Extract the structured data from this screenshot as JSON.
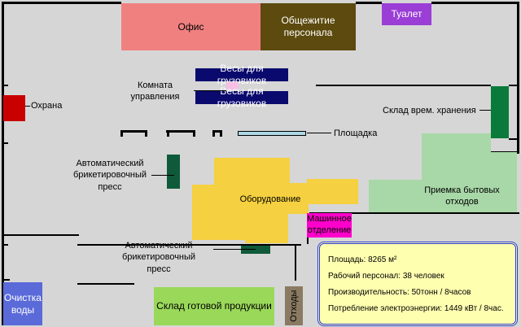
{
  "floor_plan": {
    "rooms": {
      "office": "Офис",
      "dormitory": "Общежитие персонала",
      "toilet": "Туалет",
      "security": "Охрана",
      "control_room": "Комната управления",
      "scale_top": "Весы для грузовиков",
      "scale_bottom": "Весы для грузовиков",
      "platform": "Площадка",
      "temp_storage": "Склад врем. хранения",
      "press_1": "Автоматический брикетировочный пресс",
      "press_2": "Автоматический брикетировочный пресс",
      "equipment": "Оборудование",
      "waste_reception": "Приемка бытовых отходов",
      "machine_room": "Машинное отделение",
      "water_treatment": "Очистка воды",
      "finished_goods": "Склад готовой продукции",
      "waste": "Отходы"
    },
    "info": {
      "area": "Площадь: 8265 м²",
      "staff": "Рабочий персонал: 38 человек",
      "capacity": "Производительность: 50тонн / 8часов",
      "power": "Потребление электроэнергии: 1449 кВт / 8час."
    },
    "colors": {
      "floor": "#d6d6d6",
      "office": "#f08080",
      "dormitory": "#5c4a0e",
      "toilet": "#9a3ed6",
      "security": "#c80000",
      "scale": "#0a0a6e",
      "control_box": "#f6c0e6",
      "platform": "#add8e6",
      "temp_storage": "#0a7a3a",
      "press": "#0f5a3a",
      "equipment": "#f5d040",
      "waste_reception": "#a8d8a8",
      "machine_room": "#ff00cc",
      "water_treatment": "#5a6ad8",
      "finished_goods": "#9ad85a",
      "waste": "#8a7a62",
      "info_bg": "#ffffb0",
      "info_border": "#2a3ad8"
    }
  }
}
